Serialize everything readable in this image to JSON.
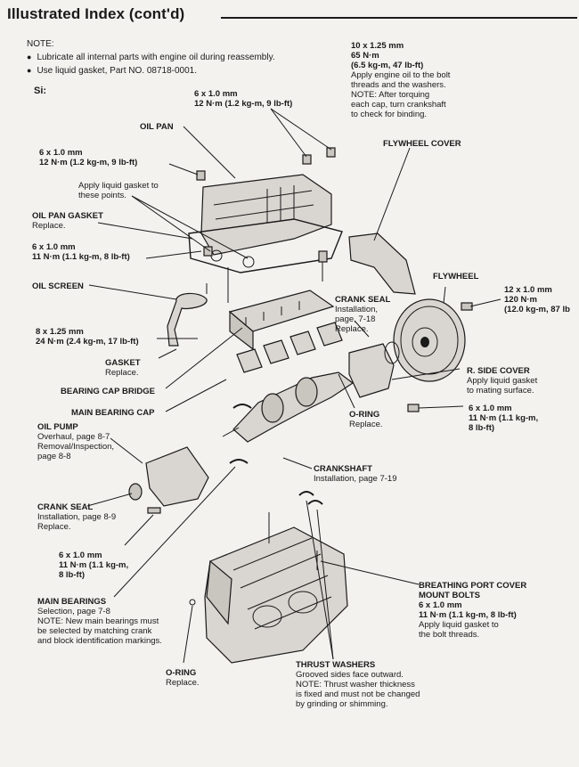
{
  "header": {
    "title": "Illustrated Index (cont'd)"
  },
  "notes": {
    "heading": "NOTE:",
    "items": [
      "Lubricate all internal parts with engine oil during reassembly.",
      "Use liquid gasket, Part NO. 08718-0001."
    ]
  },
  "model_label": "Si:",
  "callouts": {
    "bolt_10x125": {
      "size": "10 x 1.25 mm",
      "torque": "65 N·m",
      "alt": "(6.5 kg-m, 47 lb-ft)",
      "lines": [
        "Apply engine oil to the bolt",
        "threads and the washers.",
        "NOTE: After torquing",
        "each cap, turn crankshaft",
        "to check for binding."
      ]
    },
    "bolt_6x10_top": {
      "size": "6 x 1.0 mm",
      "torque": "12 N·m (1.2 kg-m, 9 lb-ft)"
    },
    "oil_pan": {
      "name": "OIL PAN"
    },
    "bolt_6x10_left": {
      "size": "6 x 1.0 mm",
      "torque": "12 N·m (1.2 kg-m, 9 lb-ft)"
    },
    "gasket_points": {
      "lines": [
        "Apply liquid gasket to",
        "these points."
      ]
    },
    "flywheel_cover": {
      "name": "FLYWHEEL COVER"
    },
    "oil_pan_gasket": {
      "name": "OIL PAN GASKET",
      "note": "Replace."
    },
    "bolt_6x10_8lb": {
      "size": "6 x 1.0 mm",
      "torque": "11 N·m (1.1 kg-m, 8 lb-ft)"
    },
    "flywheel": {
      "name": "FLYWHEEL"
    },
    "oil_screen": {
      "name": "OIL SCREEN"
    },
    "bolt_12x10": {
      "size": "12 x 1.0 mm",
      "torque": "120 N·m",
      "alt": "(12.0 kg-m, 87 lb"
    },
    "crank_seal_top": {
      "name": "CRANK SEAL",
      "lines": [
        "Installation,",
        "page, 7-18",
        "Replace."
      ]
    },
    "bolt_8x125": {
      "size": "8 x 1.25 mm",
      "torque": "24 N·m (2.4 kg-m, 17 lb-ft)"
    },
    "gasket": {
      "name": "GASKET",
      "note": "Replace."
    },
    "r_side_cover": {
      "name": "R. SIDE COVER",
      "lines": [
        "Apply liquid gasket",
        "to mating surface."
      ]
    },
    "bearing_cap_bridge": {
      "name": "BEARING CAP BRIDGE"
    },
    "bolt_6x10_right": {
      "size": "6 x 1.0 mm",
      "torque": "11 N·m (1.1 kg-m,",
      "alt": "8 lb-ft)"
    },
    "main_bearing_cap": {
      "name": "MAIN BEARING CAP"
    },
    "oring_right": {
      "name": "O-RING",
      "note": "Replace."
    },
    "oil_pump": {
      "name": "OIL PUMP",
      "lines": [
        "Overhaul, page 8-7",
        "Removal/Inspection,",
        "page 8-8"
      ]
    },
    "crankshaft": {
      "name": "CRANKSHAFT",
      "lines": [
        "Installation, page 7-19"
      ]
    },
    "crank_seal_bottom": {
      "name": "CRANK SEAL",
      "lines": [
        "Installation, page 8-9",
        "Replace."
      ]
    },
    "bolt_6x10_lower": {
      "size": "6 x 1.0 mm",
      "torque": "11 N·m (1.1 kg-m,",
      "alt": "8 lb-ft)"
    },
    "breathing_port": {
      "name": "BREATHING PORT COVER",
      "name2": "MOUNT BOLTS",
      "size": "6 x 1.0 mm",
      "torque": "11 N·m (1.1 kg-m, 8 lb-ft)",
      "lines": [
        "Apply liquid gasket to",
        "the bolt threads."
      ]
    },
    "main_bearings": {
      "name": "MAIN BEARINGS",
      "lines": [
        "Selection, page 7-8",
        "NOTE: New main bearings must",
        "be selected by matching crank",
        "and block identification markings."
      ]
    },
    "oring_bottom": {
      "name": "O-RING",
      "note": "Replace."
    },
    "thrust_washers": {
      "name": "THRUST WASHERS",
      "lines": [
        "Grooved sides face outward.",
        "NOTE: Thrust washer thickness",
        "is fixed and must not be changed",
        "by grinding or shimming."
      ]
    }
  }
}
